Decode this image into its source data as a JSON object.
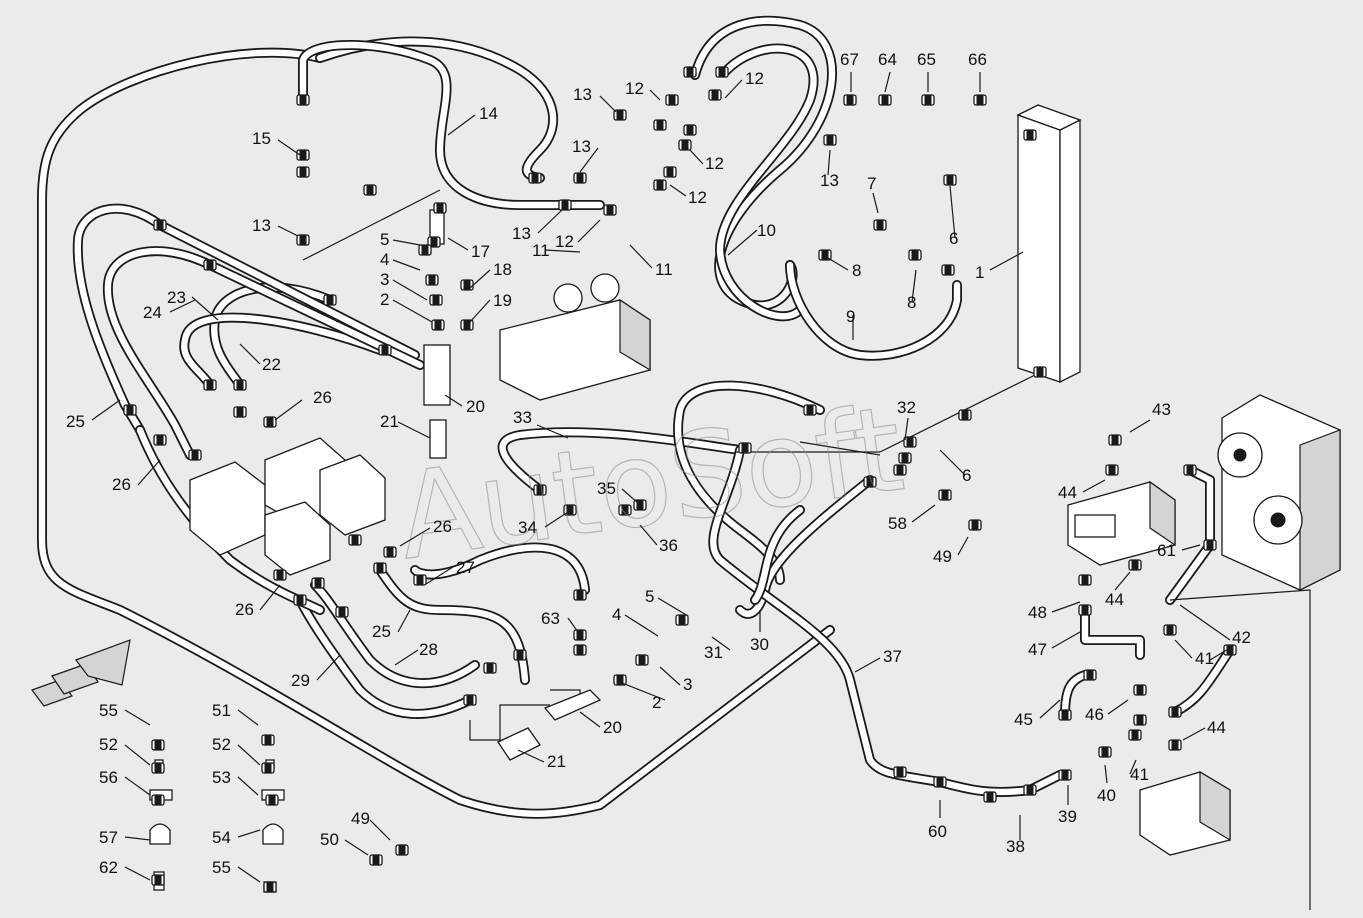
{
  "watermark": "AutoSoft",
  "callouts": [
    {
      "id": "c1",
      "text": "1"
    },
    {
      "id": "c2a",
      "text": "2"
    },
    {
      "id": "c2b",
      "text": "2"
    },
    {
      "id": "c3a",
      "text": "3"
    },
    {
      "id": "c3b",
      "text": "3"
    },
    {
      "id": "c4a",
      "text": "4"
    },
    {
      "id": "c4b",
      "text": "4"
    },
    {
      "id": "c5a",
      "text": "5"
    },
    {
      "id": "c5b",
      "text": "5"
    },
    {
      "id": "c6a",
      "text": "6"
    },
    {
      "id": "c6b",
      "text": "6"
    },
    {
      "id": "c7",
      "text": "7"
    },
    {
      "id": "c8a",
      "text": "8"
    },
    {
      "id": "c8b",
      "text": "8"
    },
    {
      "id": "c9",
      "text": "9"
    },
    {
      "id": "c10",
      "text": "10"
    },
    {
      "id": "c11a",
      "text": "11"
    },
    {
      "id": "c11b",
      "text": "11"
    },
    {
      "id": "c12a",
      "text": "12"
    },
    {
      "id": "c12b",
      "text": "12"
    },
    {
      "id": "c12c",
      "text": "12"
    },
    {
      "id": "c12d",
      "text": "12"
    },
    {
      "id": "c12e",
      "text": "12"
    },
    {
      "id": "c13a",
      "text": "13"
    },
    {
      "id": "c13b",
      "text": "13"
    },
    {
      "id": "c13c",
      "text": "13"
    },
    {
      "id": "c13d",
      "text": "13"
    },
    {
      "id": "c13e",
      "text": "13"
    },
    {
      "id": "c14",
      "text": "14"
    },
    {
      "id": "c15",
      "text": "15"
    },
    {
      "id": "c17",
      "text": "17"
    },
    {
      "id": "c18",
      "text": "18"
    },
    {
      "id": "c19",
      "text": "19"
    },
    {
      "id": "c20a",
      "text": "20"
    },
    {
      "id": "c20b",
      "text": "20"
    },
    {
      "id": "c21a",
      "text": "21"
    },
    {
      "id": "c21b",
      "text": "21"
    },
    {
      "id": "c22",
      "text": "22"
    },
    {
      "id": "c23",
      "text": "23"
    },
    {
      "id": "c24",
      "text": "24"
    },
    {
      "id": "c25a",
      "text": "25"
    },
    {
      "id": "c25b",
      "text": "25"
    },
    {
      "id": "c26a",
      "text": "26"
    },
    {
      "id": "c26b",
      "text": "26"
    },
    {
      "id": "c26c",
      "text": "26"
    },
    {
      "id": "c26d",
      "text": "26"
    },
    {
      "id": "c27",
      "text": "27"
    },
    {
      "id": "c28",
      "text": "28"
    },
    {
      "id": "c29",
      "text": "29"
    },
    {
      "id": "c30",
      "text": "30"
    },
    {
      "id": "c31",
      "text": "31"
    },
    {
      "id": "c32",
      "text": "32"
    },
    {
      "id": "c33",
      "text": "33"
    },
    {
      "id": "c34",
      "text": "34"
    },
    {
      "id": "c35",
      "text": "35"
    },
    {
      "id": "c36",
      "text": "36"
    },
    {
      "id": "c37",
      "text": "37"
    },
    {
      "id": "c38",
      "text": "38"
    },
    {
      "id": "c39",
      "text": "39"
    },
    {
      "id": "c40",
      "text": "40"
    },
    {
      "id": "c41a",
      "text": "41"
    },
    {
      "id": "c41b",
      "text": "41"
    },
    {
      "id": "c42",
      "text": "42"
    },
    {
      "id": "c43",
      "text": "43"
    },
    {
      "id": "c44a",
      "text": "44"
    },
    {
      "id": "c44b",
      "text": "44"
    },
    {
      "id": "c44c",
      "text": "44"
    },
    {
      "id": "c45",
      "text": "45"
    },
    {
      "id": "c46",
      "text": "46"
    },
    {
      "id": "c47",
      "text": "47"
    },
    {
      "id": "c48",
      "text": "48"
    },
    {
      "id": "c49a",
      "text": "49"
    },
    {
      "id": "c49b",
      "text": "49"
    },
    {
      "id": "c50",
      "text": "50"
    },
    {
      "id": "c51",
      "text": "51"
    },
    {
      "id": "c52a",
      "text": "52"
    },
    {
      "id": "c52b",
      "text": "52"
    },
    {
      "id": "c53",
      "text": "53"
    },
    {
      "id": "c54",
      "text": "54"
    },
    {
      "id": "c55a",
      "text": "55"
    },
    {
      "id": "c55b",
      "text": "55"
    },
    {
      "id": "c56",
      "text": "56"
    },
    {
      "id": "c57",
      "text": "57"
    },
    {
      "id": "c58",
      "text": "58"
    },
    {
      "id": "c60",
      "text": "60"
    },
    {
      "id": "c61",
      "text": "61"
    },
    {
      "id": "c62",
      "text": "62"
    },
    {
      "id": "c63",
      "text": "63"
    },
    {
      "id": "c64",
      "text": "64"
    },
    {
      "id": "c65",
      "text": "65"
    },
    {
      "id": "c66",
      "text": "66"
    },
    {
      "id": "c67",
      "text": "67"
    }
  ]
}
